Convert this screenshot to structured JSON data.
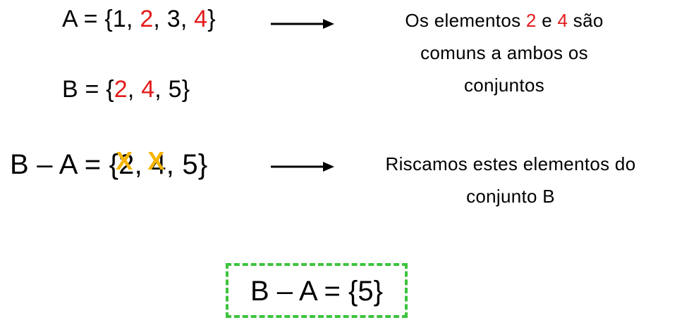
{
  "set_a": {
    "label": "A = {",
    "items": [
      {
        "text": "1",
        "sep": ", "
      },
      {
        "text": "2",
        "sep": ", "
      },
      {
        "text": "3",
        "sep": ", "
      },
      {
        "text": "4",
        "sep": "}"
      }
    ]
  },
  "set_b": {
    "label": "B = {",
    "items": [
      {
        "text": "2",
        "sep": ", "
      },
      {
        "text": "4",
        "sep": ", "
      },
      {
        "text": "5",
        "sep": "}"
      }
    ]
  },
  "note_common": {
    "line1_pre": "Os elementos ",
    "num1": "2",
    "mid": " e ",
    "num2": "4",
    "line1_post": " são",
    "line2": "comuns a ambos os",
    "line3": "conjuntos"
  },
  "difference": {
    "label": "B – A = {",
    "items": [
      {
        "text": "2",
        "sep": ", "
      },
      {
        "text": "4",
        "sep": ", "
      },
      {
        "text": "5",
        "sep": "}"
      }
    ],
    "strike_mark": "X"
  },
  "note_strike": {
    "line1": "Riscamos estes elementos do",
    "line2": "conjunto B"
  },
  "result": {
    "text": "B – A = {5}"
  },
  "colors": {
    "highlight": "#e31b1b",
    "strike": "#f5b400",
    "box_border": "#3cc43c"
  }
}
